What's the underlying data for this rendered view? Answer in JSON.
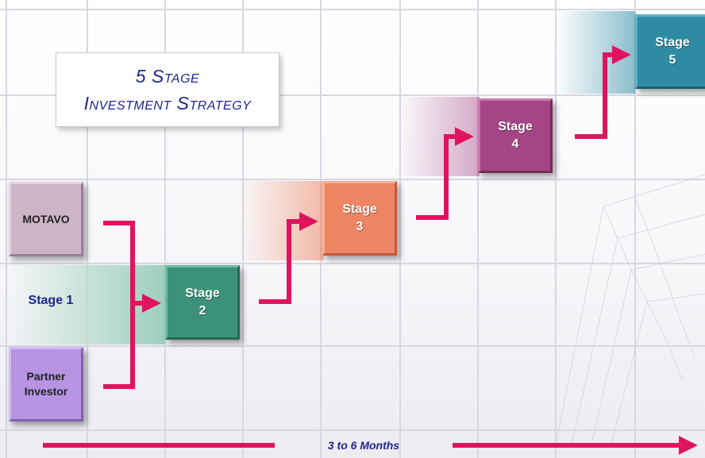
{
  "title": {
    "line1": "5 Stage",
    "line2": "Investment Strategy"
  },
  "tiles": {
    "motavo": "MOTAVO",
    "stage1": "Stage 1",
    "partner": "Partner\nInvestor",
    "stage2": "Stage\n2",
    "stage3": "Stage\n3",
    "stage4": "Stage\n4",
    "stage5": "Stage\n5"
  },
  "timeline": {
    "label": "3 to 6 Months"
  },
  "colors": {
    "arrow": "#e0135f",
    "title_text": "#1e2590",
    "motavo": "#cdb4c8",
    "partner": "#b693e3",
    "stage1_trail": "#b9dccf",
    "stage2": "#3c9278",
    "stage3": "#ed8462",
    "stage4": "#a54585",
    "stage5": "#2e8ba3",
    "grid": "#d7d7e1"
  }
}
